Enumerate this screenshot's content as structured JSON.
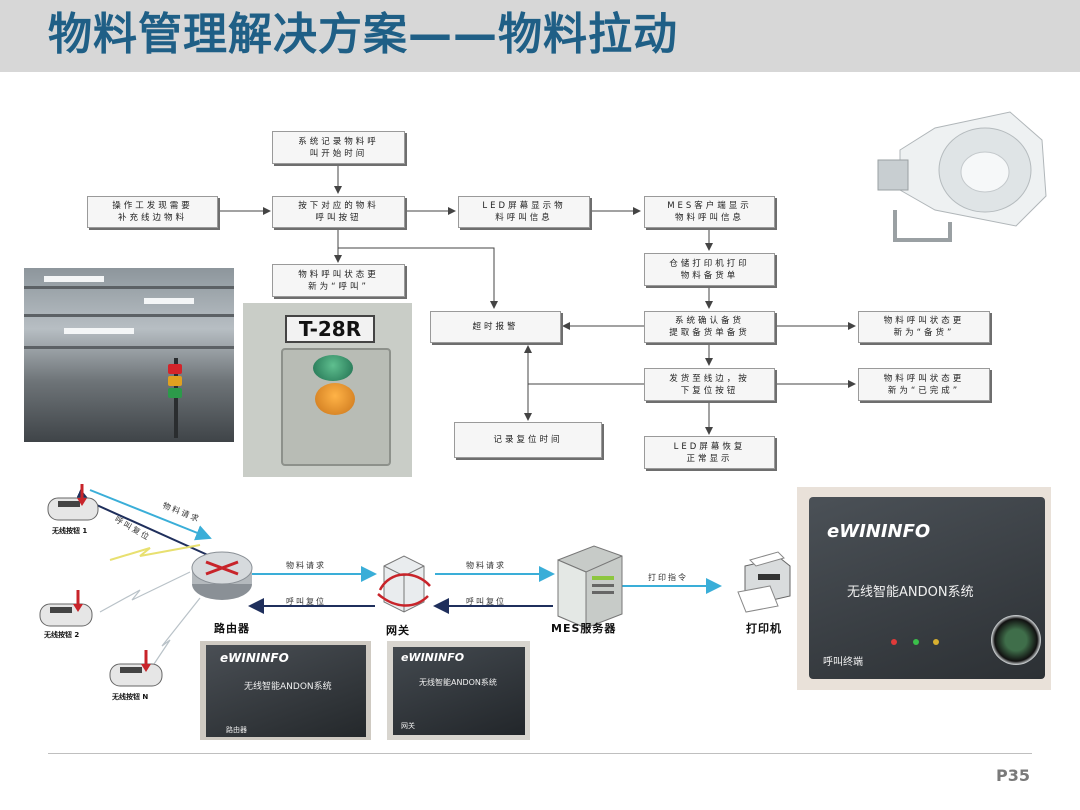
{
  "title": "物料管理解决方案——物料拉动",
  "page_number": "P35",
  "flow_boxes": {
    "record_start": "系统记录物料呼\n叫开始时间",
    "operator": "操作工发现需要\n补充线边物料",
    "press_button": "按下对应的物料\n呼叫按钮",
    "led_show": "LED屏幕显示物\n料呼叫信息",
    "mes_show": "MES客户端显示\n物料呼叫信息",
    "status_calling": "物料呼叫状态更\n新为“呼叫”",
    "warehouse_print": "仓储打印机打印\n物料备货单",
    "timeout_alarm": "超时报警",
    "confirm_stock": "系统确认备货\n提取备货单备货",
    "status_stocking": "物料呼叫状态更\n新为“备货”",
    "deliver_reset": "发货至线边，按\n下复位按钮",
    "status_done": "物料呼叫状态更\n新为“已完成”",
    "record_reset": "记录复位时间",
    "led_restore": "LED屏幕恢复\n正常显示"
  },
  "network": {
    "button1": "无线按钮 1",
    "button2": "无线按钮 2",
    "buttonN": "无线按钮 N",
    "router": "路由器",
    "gateway": "网关",
    "mes_server": "MES服务器",
    "printer": "打印机",
    "diag_request": "物料请求",
    "diag_reset": "呼叫复位",
    "req1": "物料请求",
    "reset1": "呼叫复位",
    "req2": "物料请求",
    "reset2": "呼叫复位",
    "print_cmd": "打印指令"
  },
  "photos": {
    "plate_text": "T-28R",
    "brand": "eWININFO",
    "device_big_name": "无线智能ANDON系统",
    "device_big_sub": "呼叫终端",
    "device_router_name": "无线智能ANDON系统",
    "device_router_sub": "路由器",
    "device_gateway_name": "无线智能ANDON系统",
    "device_gateway_sub": "网关"
  },
  "colors": {
    "title": "#1f5f86",
    "header_bar": "#d7d7d7",
    "cyan_arrow": "#3aaed8",
    "navy_arrow": "#1f2f5c"
  }
}
